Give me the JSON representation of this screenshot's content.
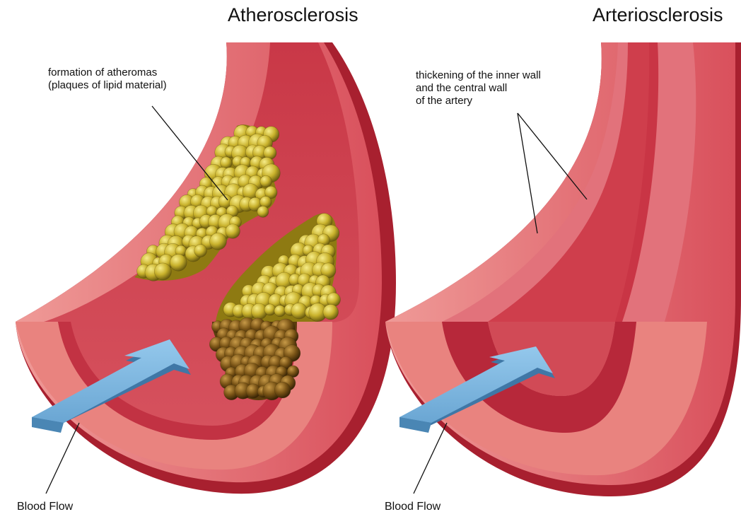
{
  "panels": [
    {
      "title": "Atherosclerosis",
      "callout_lines": [
        "formation of atheromas",
        "(plaques of lipid material)"
      ],
      "flow_label": "Blood Flow"
    },
    {
      "title": "Arteriosclerosis",
      "callout_lines": [
        "thickening of the inner wall",
        "and the central wall",
        "of the artery"
      ],
      "flow_label": "Blood Flow"
    }
  ],
  "colors": {
    "outer_wall": "#e87f7f",
    "outer_wall_dark": "#b7283a",
    "inner_wall": "#d94a55",
    "lumen": "#cf3e4c",
    "thick_wall": "#e0707a",
    "plaque_yellow": "#c9b22c",
    "plaque_brown": "#7a5416",
    "arrow": "#7db8e0",
    "arrow_dark": "#4a86b4"
  }
}
